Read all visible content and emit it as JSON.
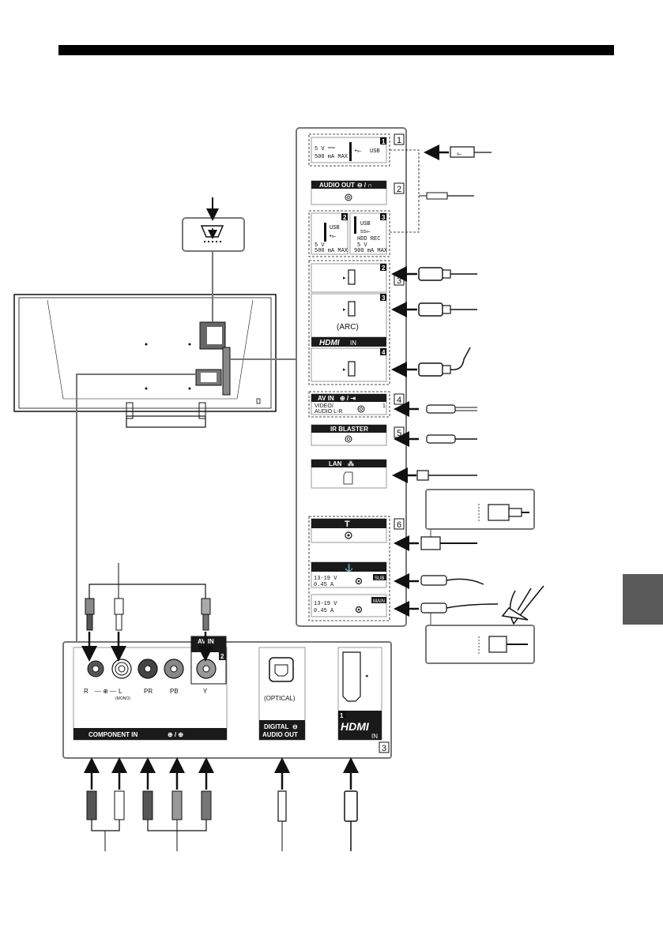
{
  "panel": {
    "numbers": [
      "1",
      "2",
      "3",
      "4",
      "5",
      "6"
    ],
    "usb1": {
      "port_number": "1",
      "voltage": "5 V",
      "current": "500 mA MAX",
      "name": "USB"
    },
    "audio_out": {
      "label": "AUDIO OUT"
    },
    "usb2": {
      "port_number": "2",
      "name": "USB",
      "voltage": "5 V",
      "current": "500 mA MAX"
    },
    "usb3": {
      "port_number": "3",
      "name": "USB",
      "rec_label": "HDD REC",
      "voltage": "5 V",
      "current": "900 mA MAX"
    },
    "hdmi": {
      "port2": "2",
      "port3": "3",
      "port4": "4",
      "arc_label": "(ARC)",
      "logo": "HDMI",
      "in_label": "IN"
    },
    "av_in": {
      "label": "AV IN",
      "port_number": "1",
      "sub_label_1": "VIDEO/",
      "sub_label_2": "AUDIO L-R"
    },
    "ir_blaster": {
      "label": "IR BLASTER"
    },
    "lan": {
      "label": "LAN"
    },
    "satellite": {
      "voltage": "13-19 V",
      "current": "0.45 A",
      "sub": "SUB",
      "main": "MAIN"
    }
  },
  "bottom_panel": {
    "component": {
      "r": "R",
      "l": "L",
      "mono": "(MONO)",
      "pr": "PR",
      "pb": "PB",
      "y": "Y",
      "label": "COMPONENT IN"
    },
    "av_in": {
      "label": "AV IN",
      "port_number": "2"
    },
    "optical": {
      "optical_label": "(OPTICAL)",
      "digital": "DIGITAL",
      "audio_out": "AUDIO OUT"
    },
    "hdmi": {
      "port_number": "1",
      "logo": "HDMI",
      "in_label": "IN",
      "group_number": "3"
    }
  },
  "colors": {
    "ink": "#111111",
    "panel_border": "#7a7a7a",
    "label_fill": "#1a1a1a",
    "tab": "#5a5a5a"
  }
}
